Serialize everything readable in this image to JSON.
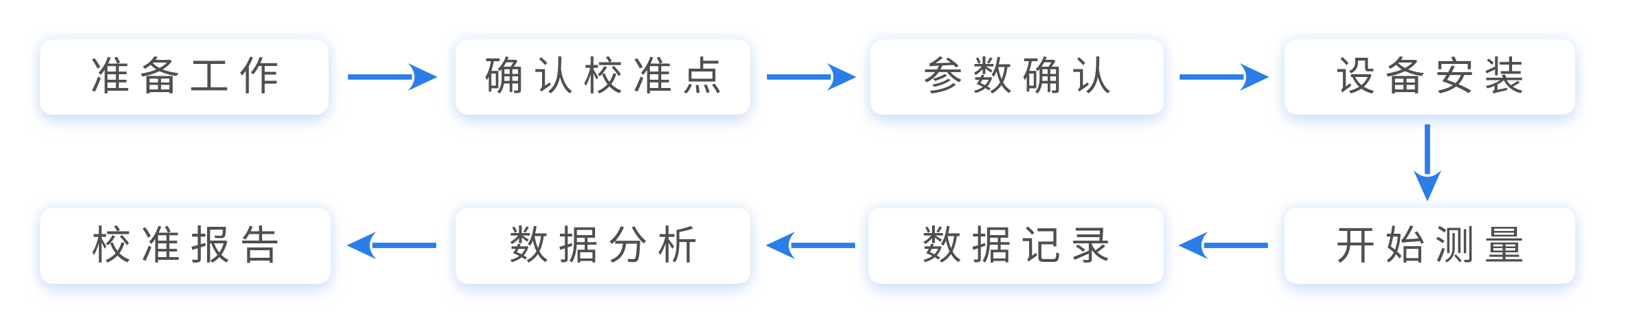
{
  "diagram": {
    "type": "flowchart",
    "nodes": [
      {
        "id": "prepare",
        "label": "准备工作"
      },
      {
        "id": "confirm-cal-points",
        "label": "确认校准点"
      },
      {
        "id": "confirm-parameters",
        "label": "参数确认"
      },
      {
        "id": "install-equipment",
        "label": "设备安装"
      },
      {
        "id": "start-measurement",
        "label": "开始测量"
      },
      {
        "id": "record-data",
        "label": "数据记录"
      },
      {
        "id": "analyze-data",
        "label": "数据分析"
      },
      {
        "id": "calibration-report",
        "label": "校准报告"
      }
    ],
    "edges": [
      {
        "from": "准备工作",
        "to": "确认校准点",
        "direction": "right"
      },
      {
        "from": "确认校准点",
        "to": "参数确认",
        "direction": "right"
      },
      {
        "from": "参数确认",
        "to": "设备安装",
        "direction": "right"
      },
      {
        "from": "设备安装",
        "to": "开始测量",
        "direction": "down"
      },
      {
        "from": "开始测量",
        "to": "数据记录",
        "direction": "left"
      },
      {
        "from": "数据记录",
        "to": "数据分析",
        "direction": "left"
      },
      {
        "from": "数据分析",
        "to": "校准报告",
        "direction": "left"
      }
    ],
    "colors": {
      "arrow": "#2b7de9",
      "node_background": "#ffffff",
      "node_text": "#4f4f4f",
      "glow": "#dce9fb"
    }
  }
}
